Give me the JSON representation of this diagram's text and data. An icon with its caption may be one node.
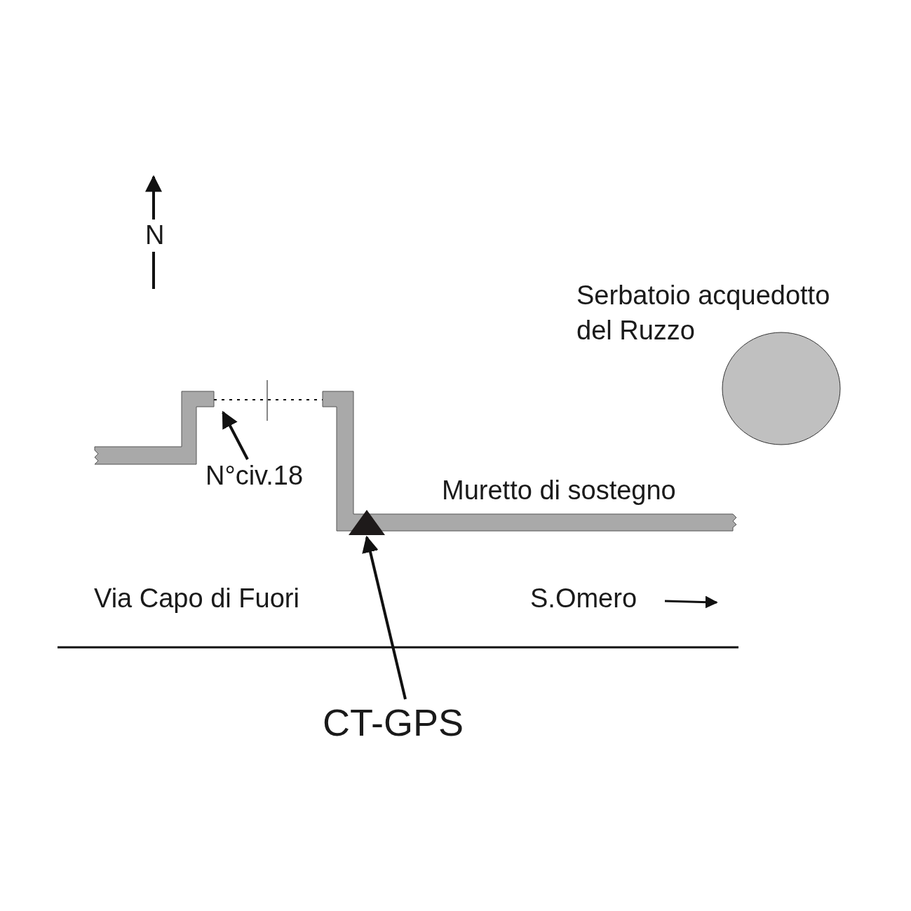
{
  "diagram": {
    "nodes": [
      {
        "text": [
          "N°civ.18"
        ]
      },
      {
        "text": [
          "CT-GPS"
        ]
      },
      {
        "text": [],
        "shape": "triangle"
      },
      {
        "text": [
          "Serbatoio acquedotto del Ruzzo"
        ]
      }
    ],
    "edges": [
      {
        "from": 0,
        "to": null,
        "arrow": "to"
      },
      {
        "from": 1,
        "to": 2,
        "arrow": "to"
      }
    ],
    "labels": [
      "N",
      "Muretto di sostegno",
      "Via Capo di Fuori",
      "S.Omero"
    ]
  }
}
